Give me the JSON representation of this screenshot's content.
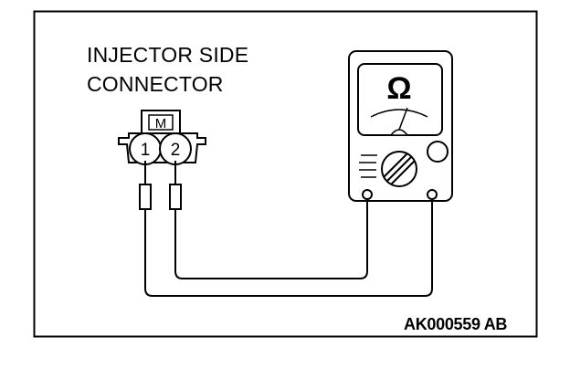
{
  "label": {
    "line1": "INJECTOR SIDE",
    "line2": "CONNECTOR"
  },
  "connector": {
    "key_mark": "M",
    "pins": [
      "1",
      "2"
    ]
  },
  "meter": {
    "unit_symbol": "Ω"
  },
  "figure_code": "AK000559 AB"
}
